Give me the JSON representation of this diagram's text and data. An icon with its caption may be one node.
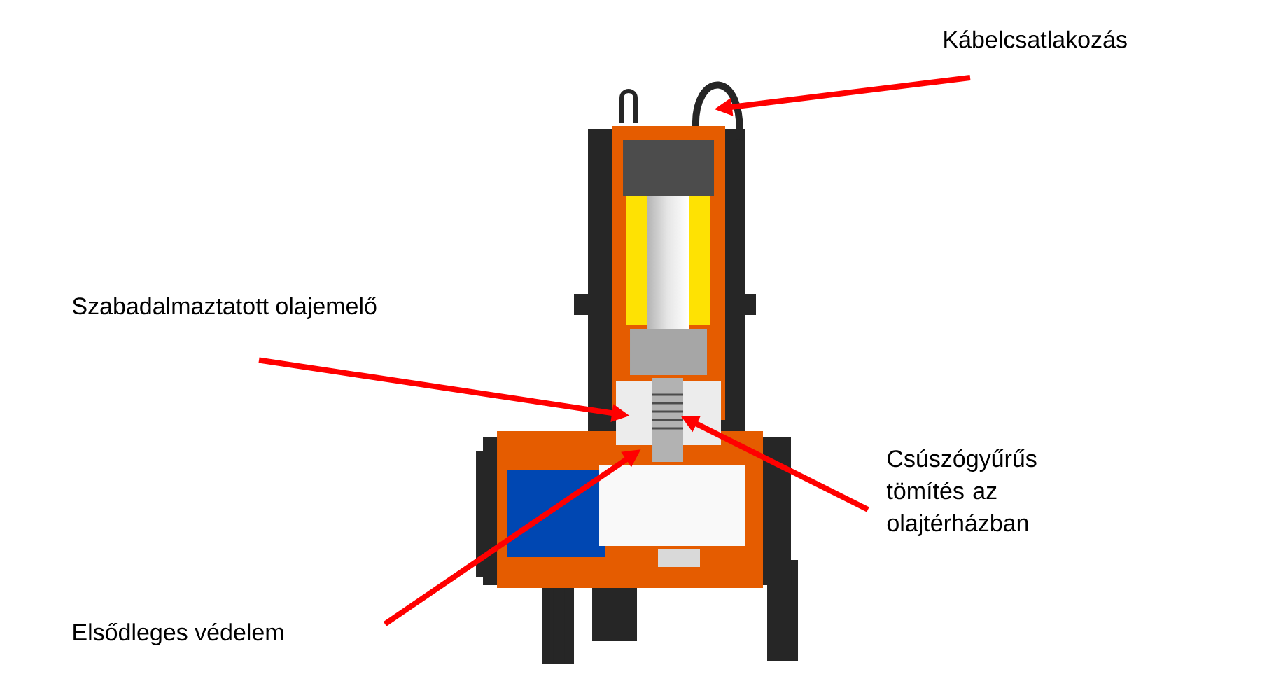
{
  "diagram": {
    "nodes": [
      {
        "text": [
          "Kábelcsatlakozás"
        ]
      },
      {
        "text": [
          "Szabadalmaztatott olajemelő"
        ]
      },
      {
        "text": [
          "Csúszógyűrűs tömítés az olajtérházban"
        ]
      },
      {
        "text": [
          "Elsődleges védelem"
        ]
      }
    ],
    "edges": [
      {
        "from": 0,
        "to": null,
        "arrow": "to"
      },
      {
        "from": 1,
        "to": null,
        "arrow": "to"
      },
      {
        "from": 2,
        "to": null,
        "arrow": "to"
      },
      {
        "from": 3,
        "to": null,
        "arrow": "to"
      }
    ]
  }
}
